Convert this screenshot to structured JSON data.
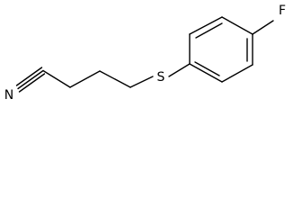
{
  "molecule": {
    "atoms": {
      "nitrogen": "N",
      "sulfur": "S",
      "fluorine": "F"
    },
    "colors": {
      "bond": "#000000",
      "label": "#000000",
      "background": "#ffffff"
    }
  }
}
